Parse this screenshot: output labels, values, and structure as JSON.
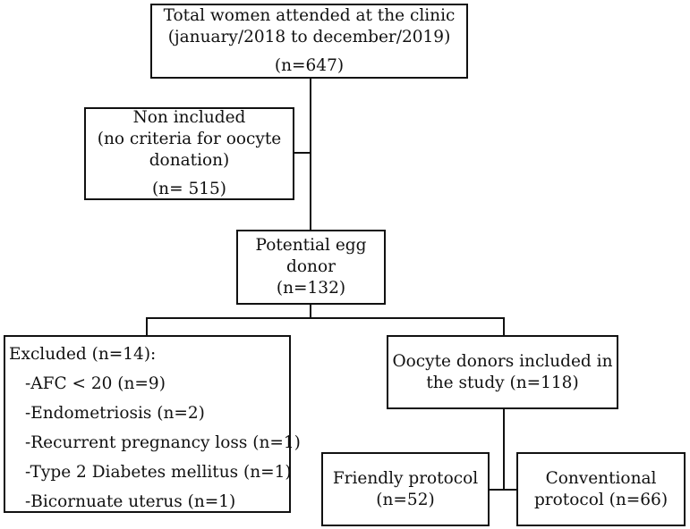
{
  "flowchart": {
    "total": {
      "line1": "Total women attended at the clinic",
      "line2": "(january/2018 to december/2019)",
      "count": "(n=647)"
    },
    "non_included": {
      "line1": "Non included",
      "line2": "(no criteria for oocyte",
      "line3": "donation)",
      "count": "(n= 515)"
    },
    "potential": {
      "line1": "Potential egg",
      "line2": "donor",
      "count": "(n=132)"
    },
    "excluded": {
      "title": "Excluded (n=14):",
      "items": [
        "-AFC < 20  (n=9)",
        "-Endometriosis (n=2)",
        "-Recurrent pregnancy loss (n=1)",
        "-Type 2 Diabetes mellitus (n=1)",
        "-Bicornuate uterus (n=1)"
      ]
    },
    "included": {
      "line1": "Oocyte donors included in",
      "line2": "the study (n=118)"
    },
    "friendly": {
      "line1": "Friendly protocol",
      "line2": "(n=52)"
    },
    "conventional": {
      "line1": "Conventional",
      "line2": "protocol (n=66)"
    }
  }
}
